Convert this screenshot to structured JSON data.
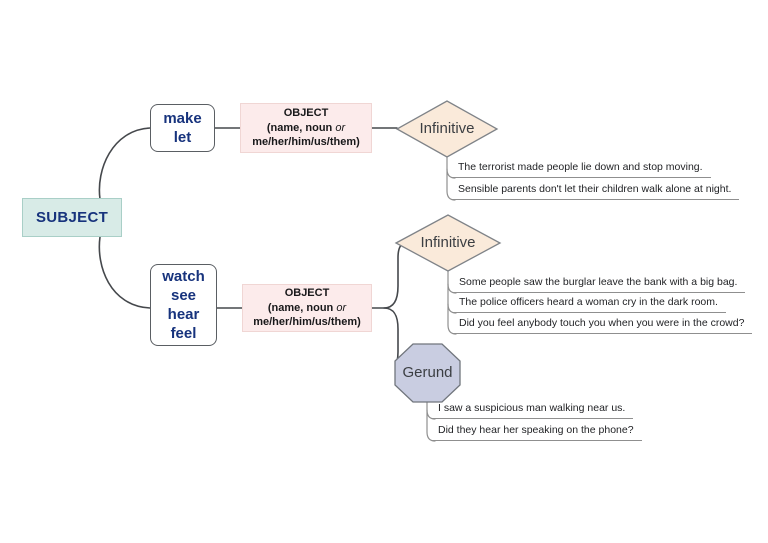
{
  "diagram": {
    "title_hint": "Verbs of perception / causatives mind map",
    "subject": {
      "label": "SUBJECT"
    },
    "branch_make": {
      "verbs": [
        "make",
        "let"
      ],
      "object": {
        "title": "OBJECT",
        "line2_bold": "(name, noun ",
        "line2_italic": "or",
        "line3": "me/her/him/us/them)"
      },
      "form": "Infinitive",
      "examples": [
        "The terrorist made people lie down and stop moving.",
        "Sensible parents don't let their children walk alone at night."
      ]
    },
    "branch_perception": {
      "verbs": [
        "watch",
        "see",
        "hear",
        "feel"
      ],
      "object": {
        "title": "OBJECT",
        "line2_bold": "(name, noun ",
        "line2_italic": "or",
        "line3": "me/her/him/us/them)"
      },
      "infinitive": {
        "form": "Infinitive",
        "examples": [
          "Some people saw the burglar leave the bank with a big bag.",
          "The police officers heard a woman cry in the dark room.",
          "Did you feel anybody touch you when you were in the crowd?"
        ]
      },
      "gerund": {
        "form": "Gerund",
        "examples": [
          "I saw a suspicious man walking near us.",
          "Did they hear her speaking on the phone?"
        ]
      }
    },
    "colors": {
      "subject_fill": "#d8ebe7",
      "object_fill": "#fcebeb",
      "infinitive_fill": "#faeada",
      "gerund_fill": "#c9cde1",
      "navy_text": "#17337d",
      "branch_line": "#45484c",
      "example_line": "#8f8f8f"
    }
  }
}
